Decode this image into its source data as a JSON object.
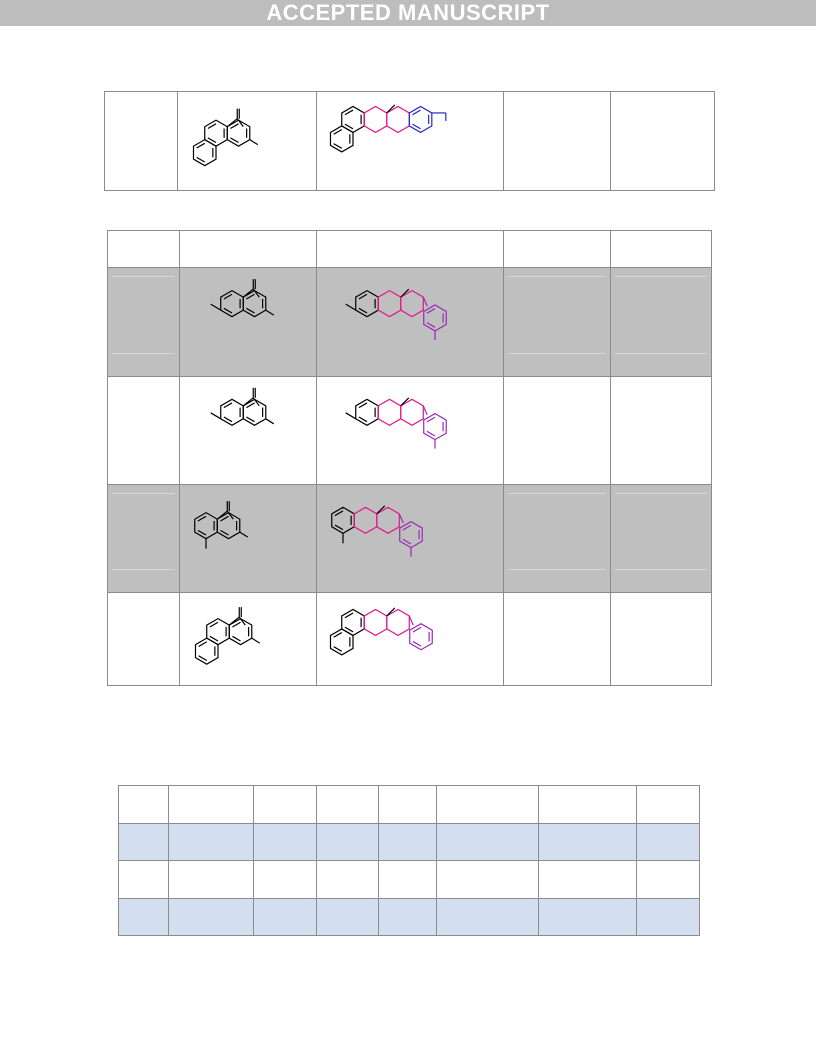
{
  "banner": {
    "text": "ACCEPTED MANUSCRIPT"
  },
  "table_top": {
    "rows": [
      {
        "aldehyde": "naph-q",
        "product": "naph-full"
      }
    ]
  },
  "table_main": {
    "rows": [
      {
        "shade": "none",
        "aldehyde": "",
        "product": ""
      },
      {
        "shade": "gray",
        "aldehyde": "me6-q",
        "product": "me6-full"
      },
      {
        "shade": "none",
        "aldehyde": "me6-q",
        "product": "me6-full"
      },
      {
        "shade": "gray",
        "aldehyde": "me8-q",
        "product": "me8-full"
      },
      {
        "shade": "none",
        "aldehyde": "naph-q",
        "product": "naph-full2"
      }
    ]
  },
  "table_bottom": {
    "rows": [
      {
        "shade": "none"
      },
      {
        "shade": "blue"
      },
      {
        "shade": "none"
      },
      {
        "shade": "blue"
      }
    ]
  },
  "colors": {
    "black_bond": "#000000",
    "pink_bond": "#e6148c",
    "purple_bond": "#9a2ab4",
    "blue_bond": "#2828c8",
    "gray_fill": "#bfbfbf",
    "blue_fill": "#d3dfee"
  }
}
